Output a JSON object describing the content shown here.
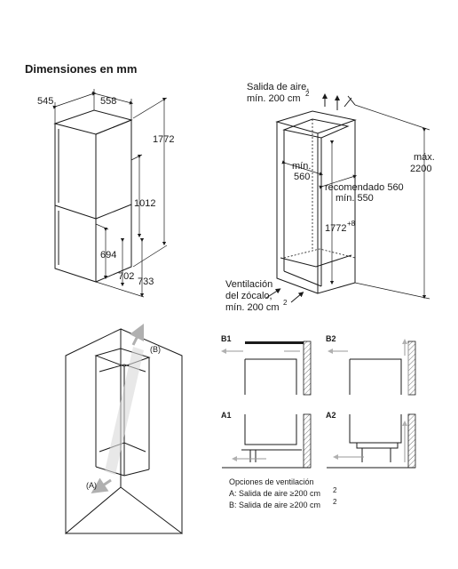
{
  "title": "Dimensiones en mm",
  "fridge_view": {
    "depth": "545",
    "width": "558",
    "total_height": "1772",
    "upper_door": "1012",
    "lower_door": "694",
    "lower_offset_a": "702",
    "lower_offset_b": "733"
  },
  "niche_view": {
    "air_outlet_line1": "Salida de aire,",
    "air_outlet_line2": "mín. 200 cm",
    "air_outlet_sup": "2",
    "min_label": "mín.",
    "min_value": "560",
    "recommended": "recomendado 560",
    "min_recommended": "mín. 550",
    "height": "1772",
    "height_sup": "+8",
    "max_label": "máx.",
    "max_value": "2200",
    "plinth_line1": "Ventilación",
    "plinth_line2": "del zócalo,",
    "plinth_line3": "mín. 200 cm",
    "plinth_sup": "2"
  },
  "install_view": {
    "label_a": "(A)",
    "label_b": "(B)"
  },
  "options": {
    "b1": "B1",
    "b2": "B2",
    "a1": "A1",
    "a2": "A2",
    "heading": "Opciones de ventilación",
    "line_a": "A: Salida de aire ≥200 cm",
    "line_a_sup": "2",
    "line_b": "B: Salida de aire ≥200 cm",
    "line_b_sup": "2"
  }
}
